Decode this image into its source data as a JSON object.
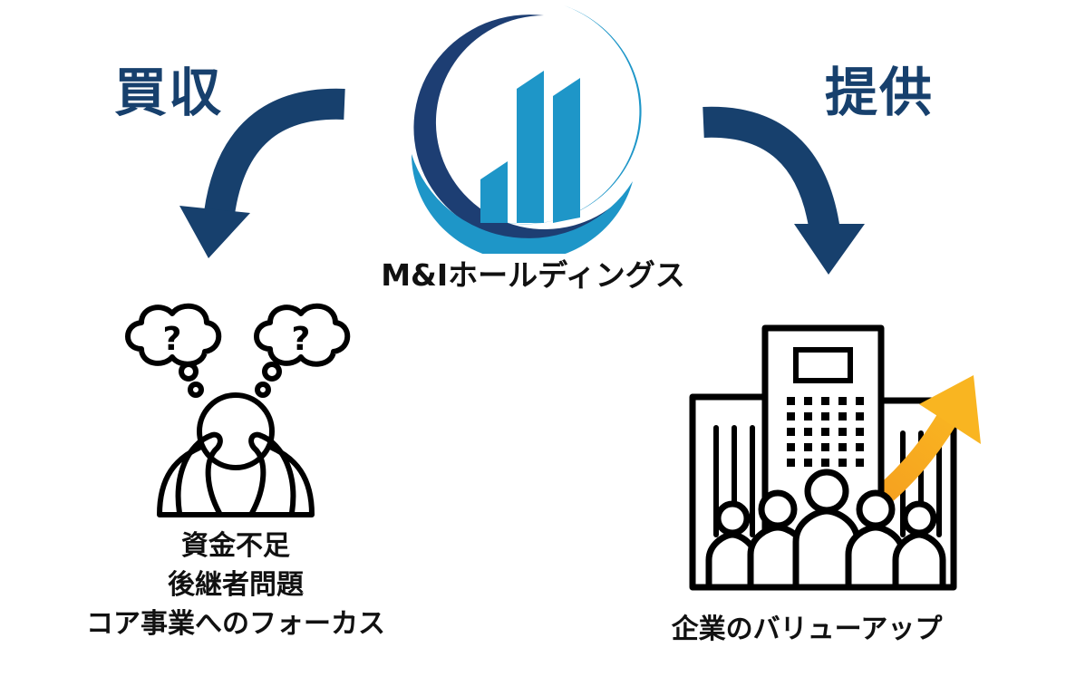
{
  "company": {
    "name": "M&Iホールディングス"
  },
  "arrows": {
    "acquisition_label": "買収",
    "provision_label": "提供"
  },
  "left_panel": {
    "captions": [
      "資金不足",
      "後継者問題",
      "コア事業へのフォーカス"
    ],
    "thought_bubble_symbol": "?"
  },
  "right_panel": {
    "caption": "企業のバリューアップ"
  },
  "colors": {
    "arrow_navy": "#17406d",
    "logo_blue": "#1e96c8",
    "logo_navy": "#1d3e73",
    "growth_orange": "#f28c1e",
    "growth_yellow": "#f9b521",
    "icon_black": "#000000",
    "text_black": "#111111"
  },
  "icons": {
    "logo": "bar-chart-swoosh-logo",
    "left_arrow": "curved-arrow-down-left-icon",
    "right_arrow": "curved-arrow-down-right-icon",
    "troubled_person": "troubled-person-icon",
    "buildings_with_people": "buildings-people-growth-icon"
  }
}
